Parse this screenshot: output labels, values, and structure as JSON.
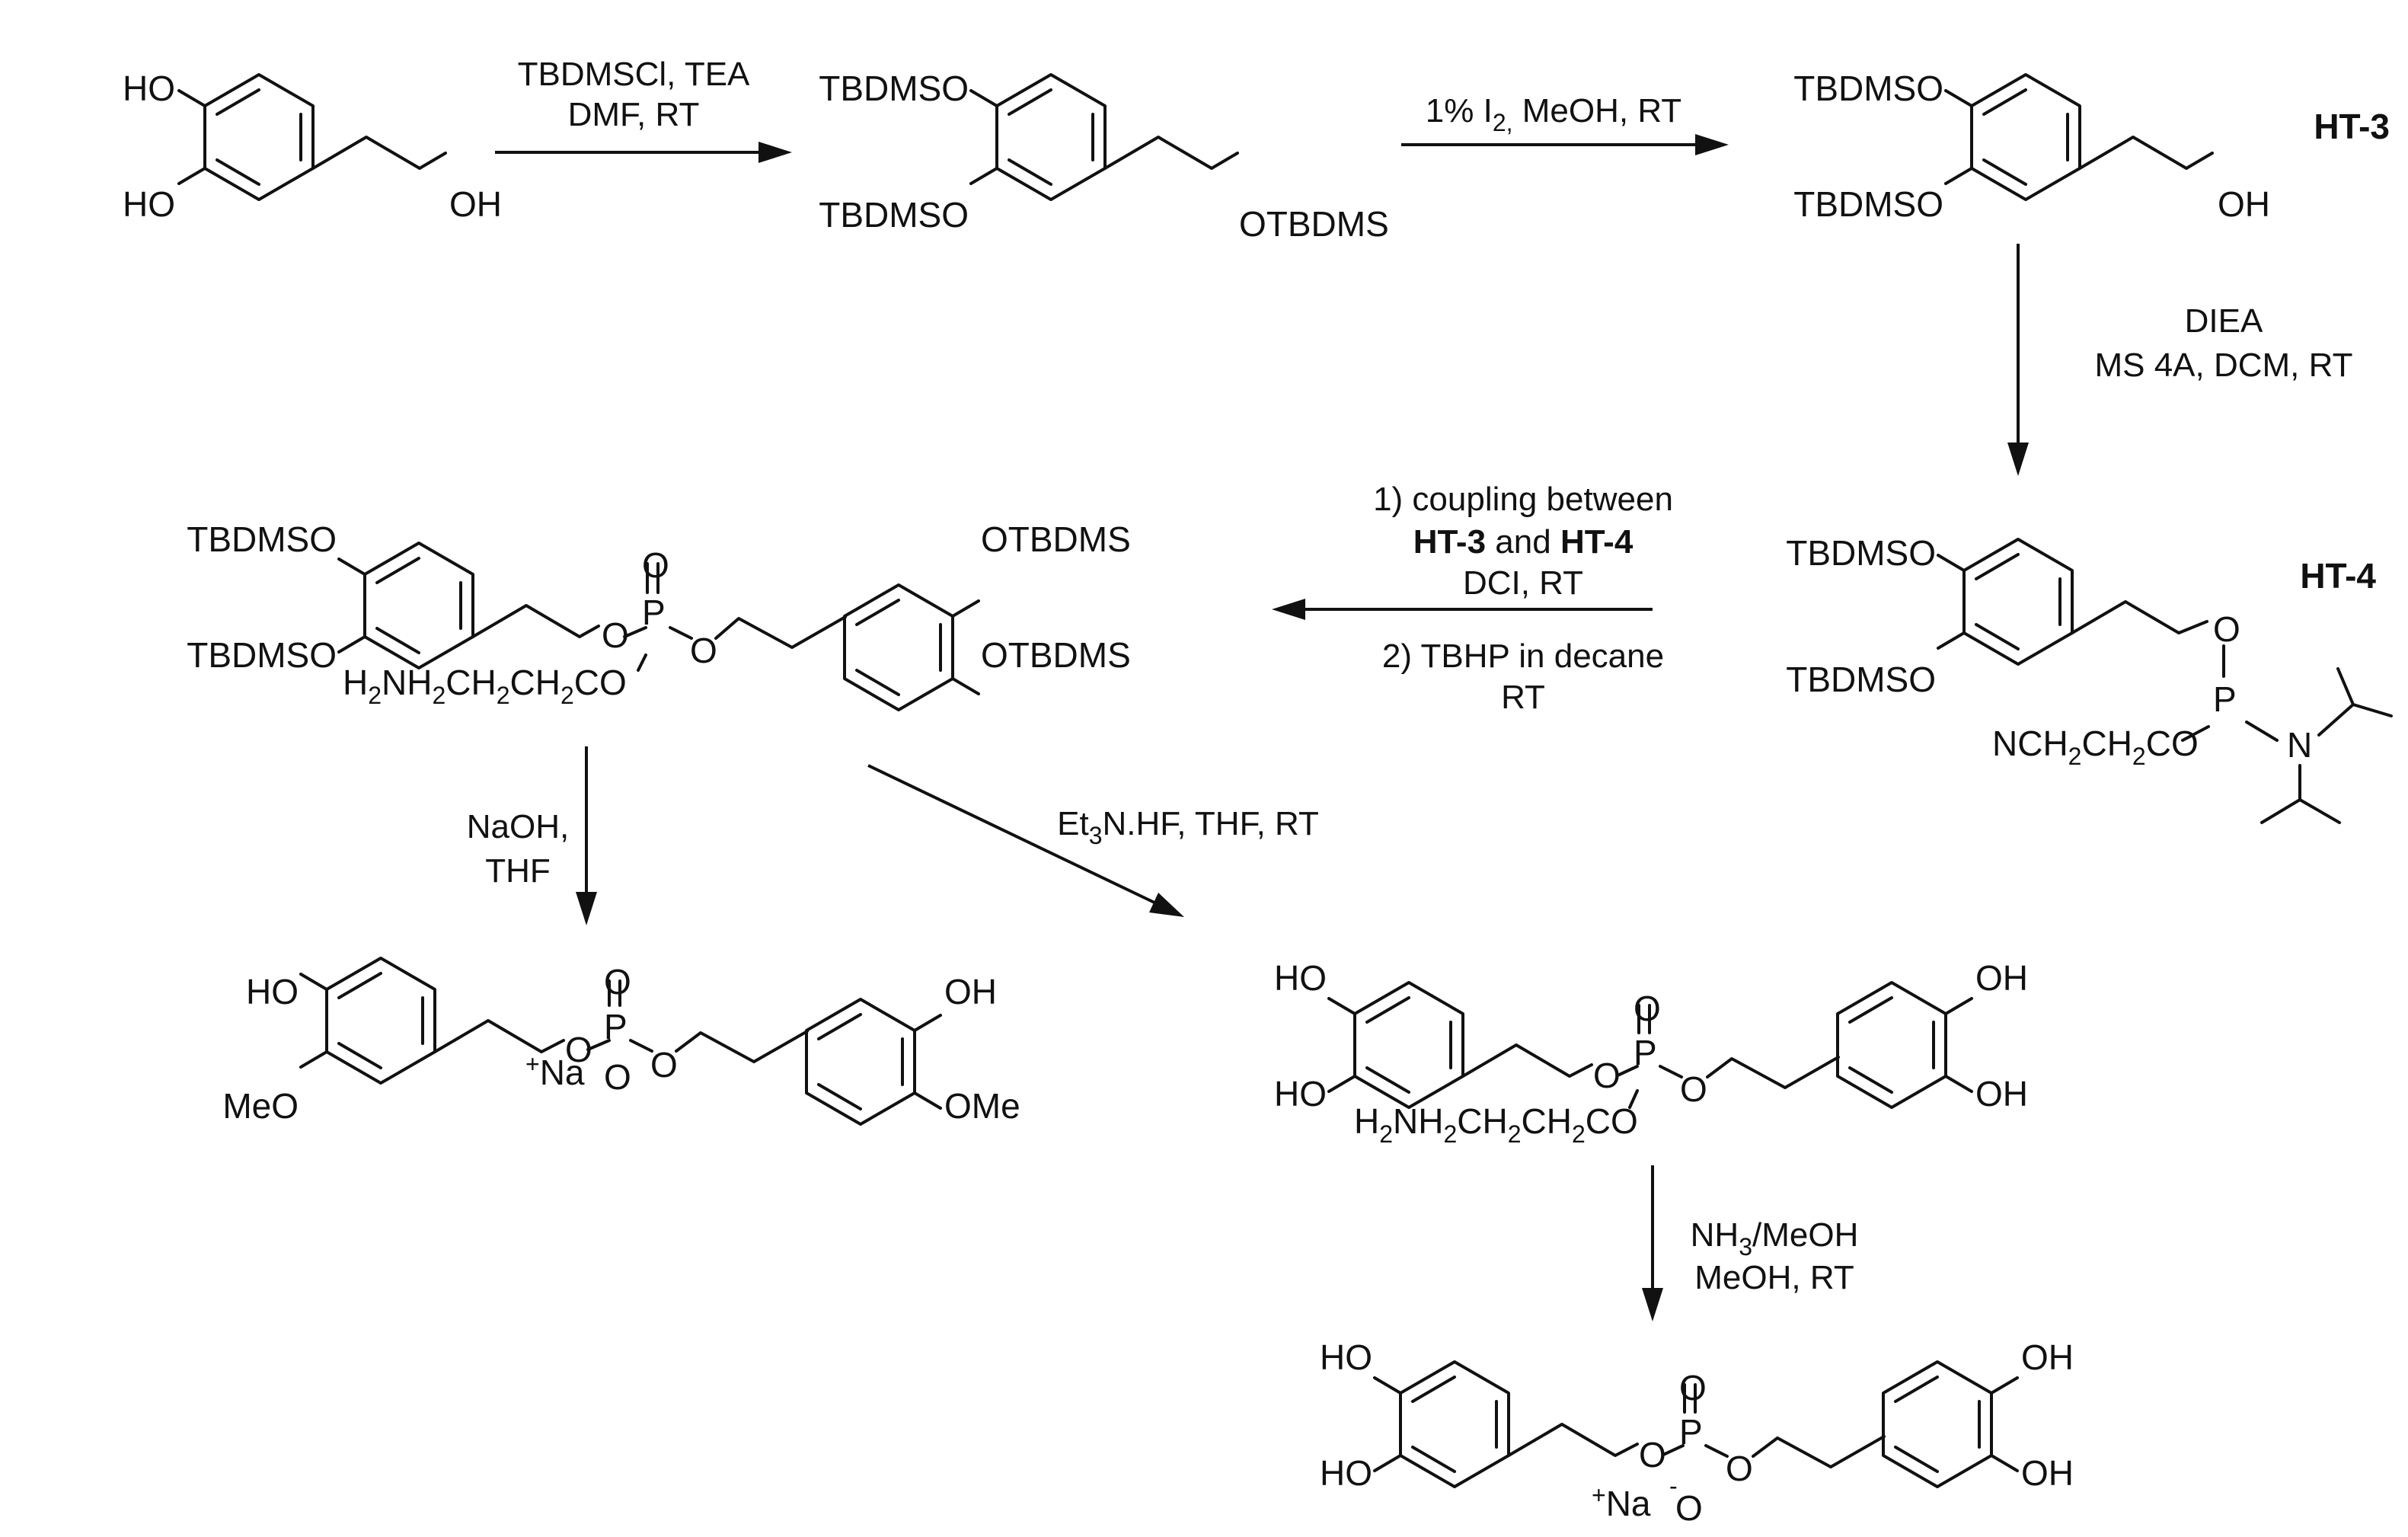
{
  "labels": {
    "ht3": "HT-3",
    "ht4": "HT-4"
  },
  "molecules": {
    "m1": {
      "ho_top": "HO",
      "ho_bottom": "HO",
      "oh_chain": "OH"
    },
    "m2": {
      "tbdmso_top": "TBDMSO",
      "tbdmso_bottom": "TBDMSO",
      "chain": "OTBDMS"
    },
    "m3": {
      "tbdmso_top": "TBDMSO",
      "tbdmso_bottom": "TBDMSO",
      "oh_chain": "OH"
    },
    "m4": {
      "tbdmso_top": "TBDMSO",
      "tbdmso_bottom": "TBDMSO",
      "o": "O",
      "p": "P",
      "n": "N",
      "cyano_a": "NCH",
      "cyano_s1": "2",
      "cyano_b": "CH",
      "cyano_s2": "2",
      "cyano_c": "CO"
    },
    "m5": {
      "tbdmso_top": "TBDMSO",
      "tbdmso_bottom": "TBDMSO",
      "otbdms_top": "OTBDMS",
      "otbdms_bottom": "OTBDMS",
      "o_dbl": "O",
      "p": "P",
      "o_left": "O",
      "o_right": "O",
      "amine_a": "H",
      "amine_s1": "2",
      "amine_b": "NH",
      "amine_s2": "2",
      "amine_c": "CH",
      "amine_s3": "2",
      "amine_d": "CH",
      "amine_s4": "2",
      "amine_e": "CO"
    },
    "m6": {
      "ho_left": "HO",
      "meo_left": "MeO",
      "oh_right": "OH",
      "ome_right": "OMe",
      "o_dbl": "O",
      "p": "P",
      "o_left": "O",
      "o_right": "O",
      "o_minus": "O",
      "na_plus": "+",
      "na": "Na"
    },
    "m7": {
      "ho_top_left": "HO",
      "ho_bottom_left": "HO",
      "oh_top_right": "OH",
      "oh_bottom_right": "OH",
      "o_dbl": "O",
      "p": "P",
      "o_left": "O",
      "o_right": "O",
      "amine_a": "H",
      "amine_s1": "2",
      "amine_b": "NH",
      "amine_s2": "2",
      "amine_c": "CH",
      "amine_s3": "2",
      "amine_d": "CH",
      "amine_s4": "2",
      "amine_e": "CO"
    },
    "m8": {
      "ho_top_left": "HO",
      "ho_bottom_left": "HO",
      "oh_top_right": "OH",
      "oh_bottom_right": "OH",
      "o_dbl": "O",
      "p": "P",
      "o_left": "O",
      "o_right": "O",
      "o_minus": "O",
      "minus": "-",
      "na_plus": "+",
      "na": "Na"
    }
  },
  "conditions": {
    "step1": {
      "line1": "TBDMSCl, TEA",
      "line2": "DMF, RT"
    },
    "step2": {
      "pre": "1% I",
      "sub": "2,",
      "post": " MeOH, RT"
    },
    "step3": {
      "line1": "DIEA",
      "line2": "MS 4A, DCM, RT"
    },
    "step4": {
      "line1": "1) coupling between",
      "line2a": "HT-3",
      "line2b": " and ",
      "line2c": "HT-4",
      "line3": "DCI, RT",
      "line4": "2) TBHP in decane",
      "line5": "RT"
    },
    "step5": {
      "line1": "NaOH,",
      "line2": "THF"
    },
    "step6": {
      "pre": "Et",
      "sub": "3",
      "post": "N.HF, THF, RT"
    },
    "step7": {
      "pre": "NH",
      "sub": "3",
      "post": "/MeOH",
      "line2": "MeOH, RT"
    }
  }
}
